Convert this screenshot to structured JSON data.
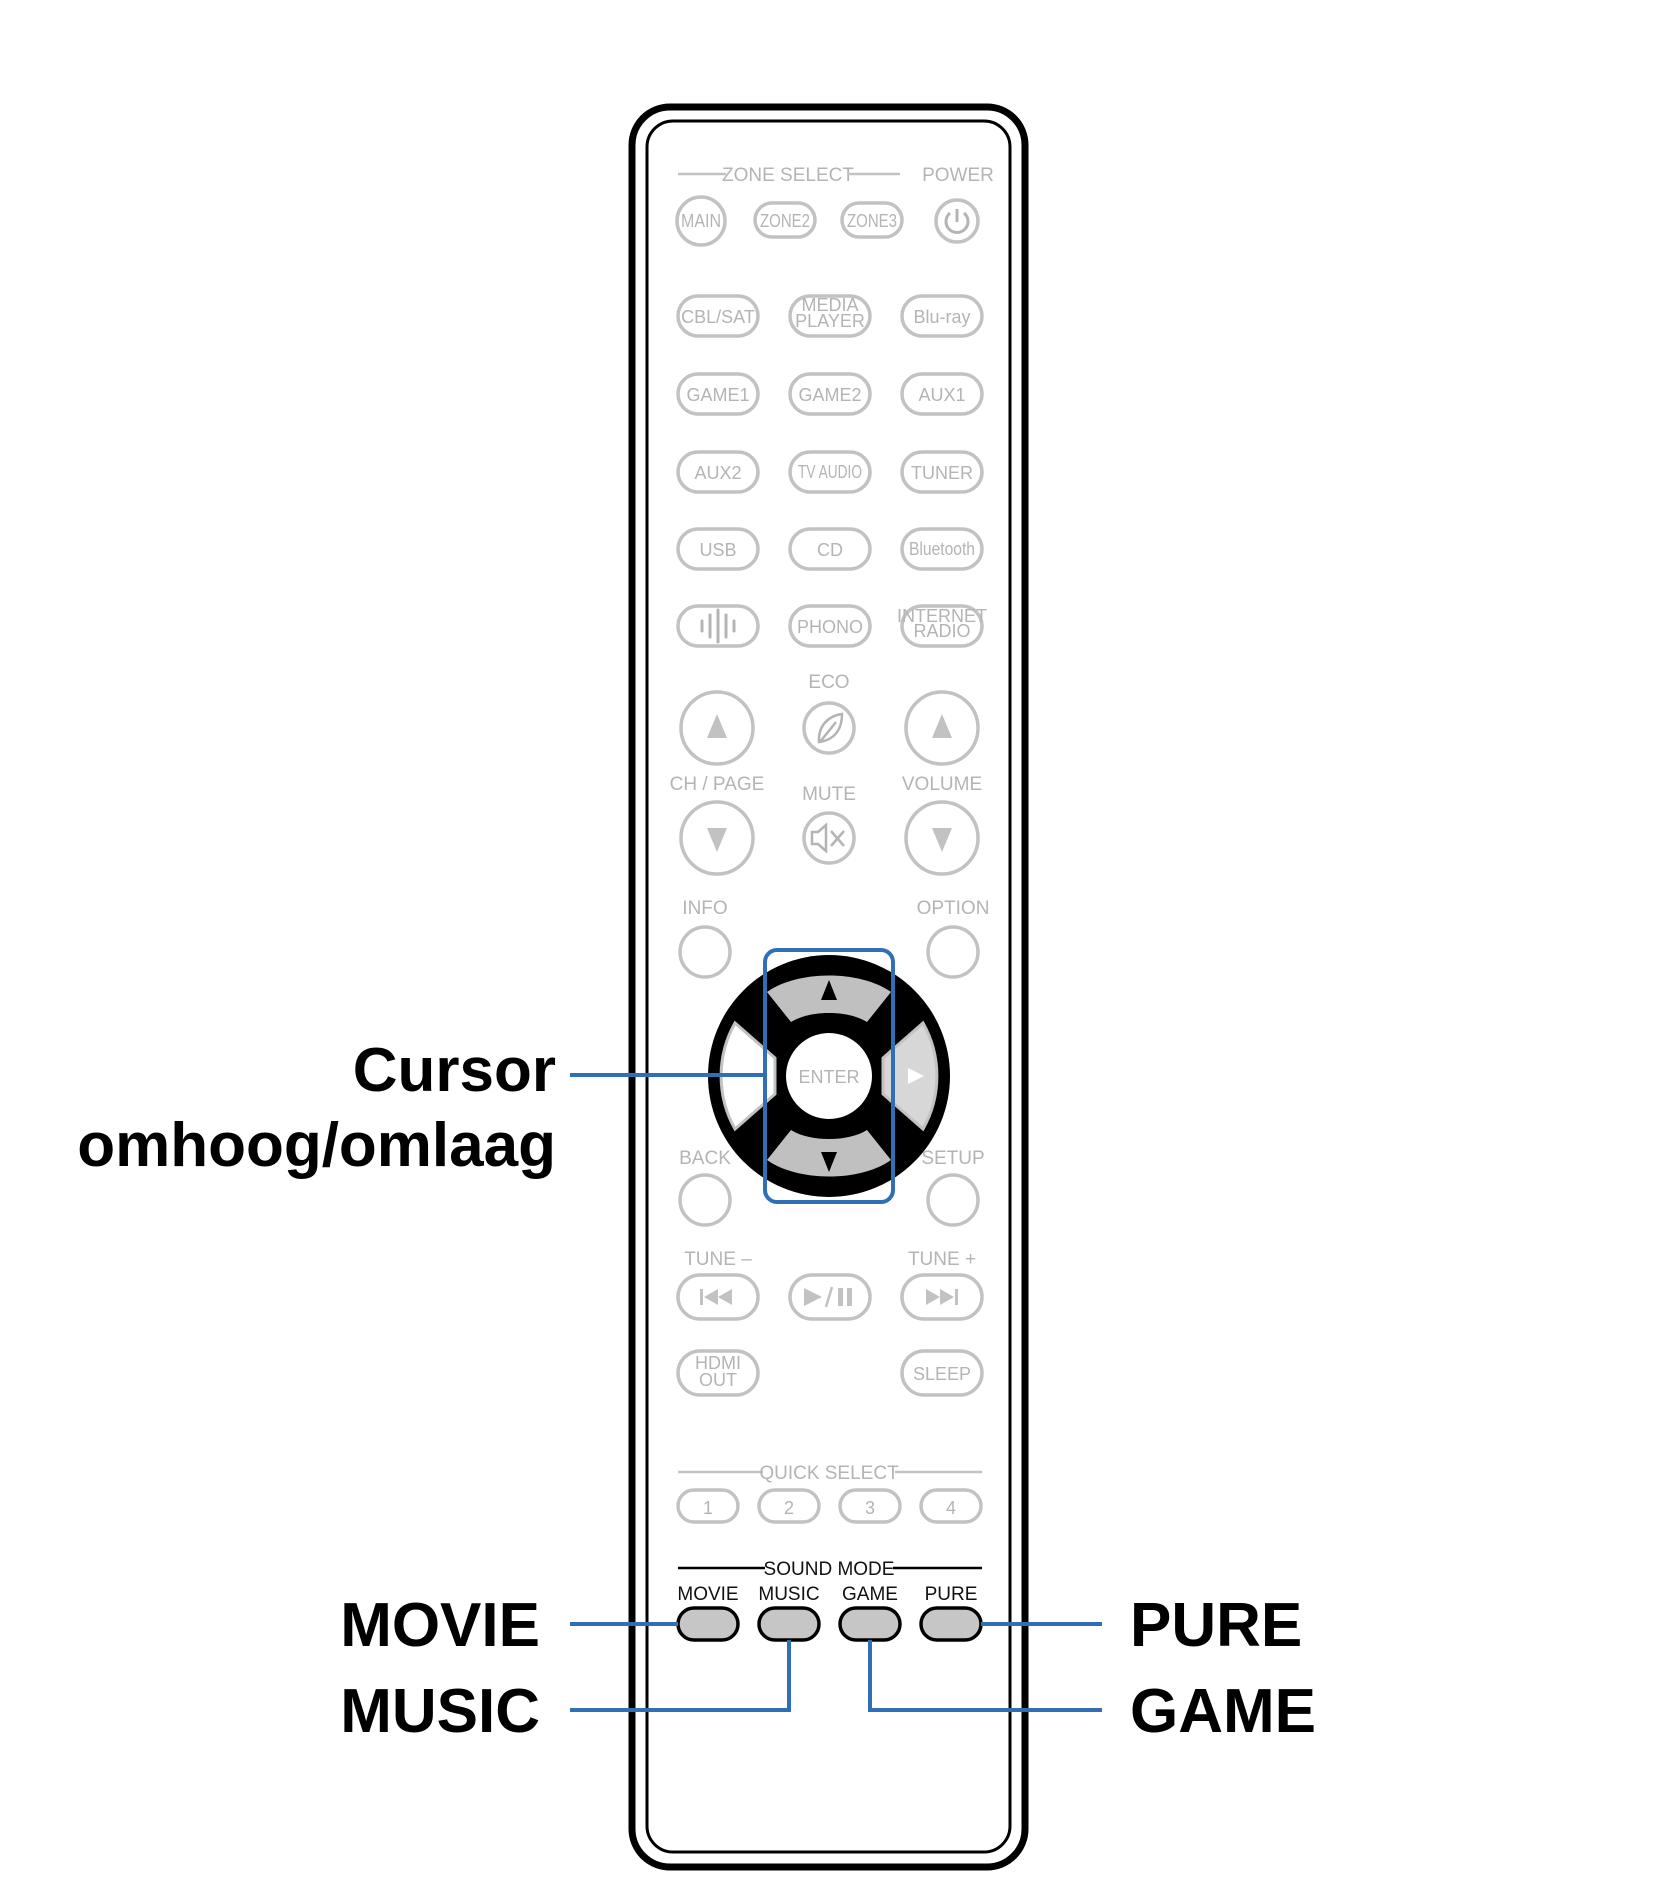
{
  "remote": {
    "zone_select_label": "ZONE SELECT",
    "power_label": "POWER",
    "zone_buttons": [
      "MAIN",
      "ZONE2",
      "ZONE3"
    ],
    "source_rows": [
      [
        "CBL/SAT",
        "MEDIA PLAYER",
        "Blu-ray"
      ],
      [
        "GAME1",
        "GAME2",
        "AUX1"
      ],
      [
        "AUX2",
        "TV AUDIO",
        "TUNER"
      ],
      [
        "USB",
        "CD",
        "Bluetooth"
      ],
      [
        "",
        "PHONO",
        "INTERNET RADIO"
      ]
    ],
    "eco_label": "ECO",
    "ch_page_label": "CH / PAGE",
    "mute_label": "MUTE",
    "volume_label": "VOLUME",
    "info_label": "INFO",
    "option_label": "OPTION",
    "enter_label": "ENTER",
    "back_label": "BACK",
    "setup_label": "SETUP",
    "tune_minus_label": "TUNE –",
    "tune_plus_label": "TUNE +",
    "hdmi_out_label": "HDMI OUT",
    "sleep_label": "SLEEP",
    "quick_select_label": "QUICK SELECT",
    "quick_select_buttons": [
      "1",
      "2",
      "3",
      "4"
    ],
    "sound_mode_label": "SOUND MODE",
    "sound_mode_buttons": [
      "MOVIE",
      "MUSIC",
      "GAME",
      "PURE"
    ]
  },
  "callouts": {
    "cursor_line1": "Cursor",
    "cursor_line2": "omhoog/omlaag",
    "movie": "MOVIE",
    "music": "MUSIC",
    "pure": "PURE",
    "game": "GAME"
  },
  "colors": {
    "highlight": "#2e6fb5",
    "faint_button": "#c2c2c2",
    "sound_mode_button": "#c6c6c6"
  }
}
